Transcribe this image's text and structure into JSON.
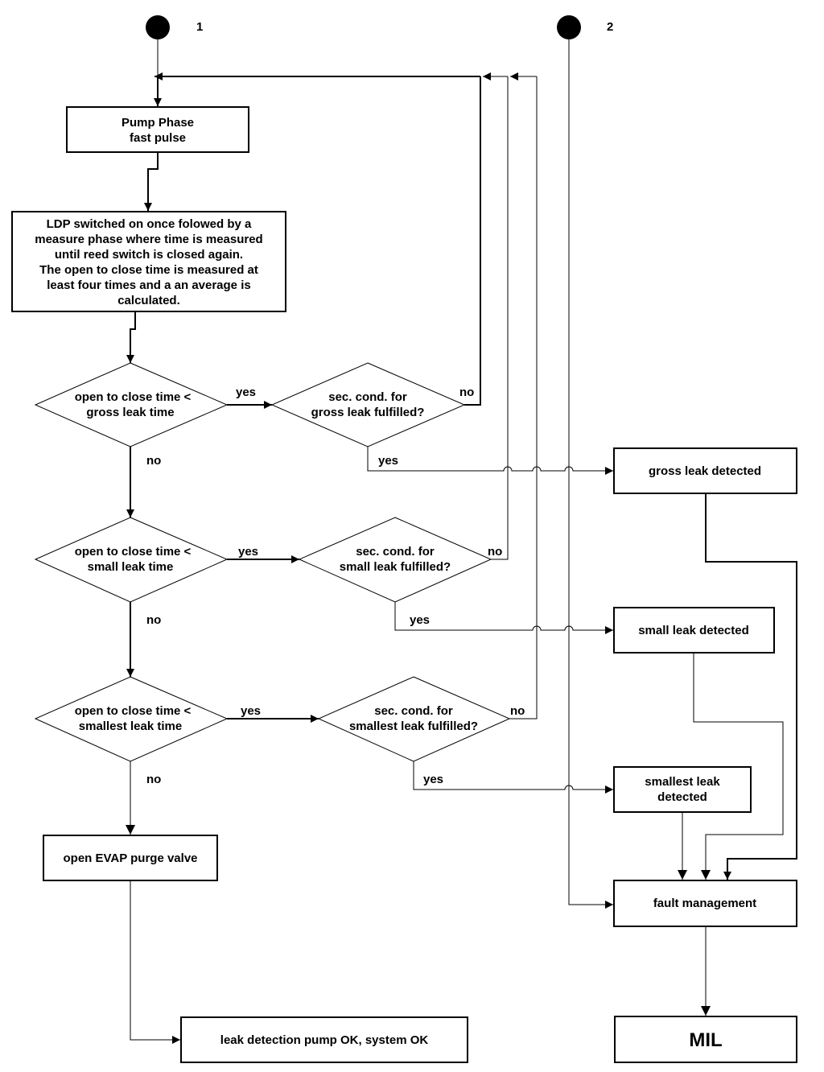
{
  "connectors": {
    "c1": "1",
    "c2": "2"
  },
  "nodes": {
    "pump_phase": [
      "Pump Phase",
      "fast pulse"
    ],
    "ldp_measure": [
      "LDP switched on once folowed by a",
      "measure phase where time is measured",
      "until reed switch is closed again.",
      "The open to close time is measured at",
      "least four times and a an average is",
      "calculated."
    ],
    "gross_decision": [
      "open to close time  <",
      "gross leak time"
    ],
    "gross_sec": [
      "sec. cond. for",
      "gross leak fulfilled?"
    ],
    "small_decision": [
      "open to close time  <",
      "small leak time"
    ],
    "small_sec": [
      "sec. cond. for",
      "small leak fulfilled?"
    ],
    "smallest_decision": [
      "open to close time  <",
      "smallest leak time"
    ],
    "smallest_sec": [
      "sec. cond. for",
      "smallest leak fulfilled?"
    ],
    "gross_detected": [
      "gross leak detected"
    ],
    "small_detected": [
      "small leak detected"
    ],
    "smallest_detected": [
      "smallest leak",
      "detected"
    ],
    "purge_valve": [
      "open EVAP purge valve"
    ],
    "system_ok": [
      "leak detection pump OK, system OK"
    ],
    "fault_management": [
      "fault management"
    ],
    "mil": [
      "MIL"
    ]
  },
  "edge_labels": {
    "yes": "yes",
    "no": "no"
  }
}
